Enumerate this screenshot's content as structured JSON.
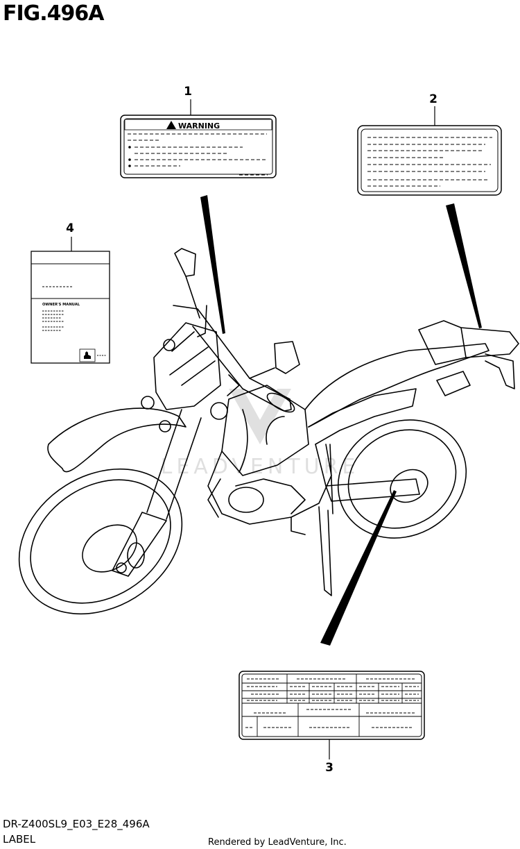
{
  "figure": {
    "title": "FIG.496A"
  },
  "callouts": [
    "1",
    "2",
    "3",
    "4"
  ],
  "labels": {
    "warning_label": {
      "heading": "WARNING"
    },
    "owners_manual": {
      "heading": "OWNER'S MANUAL"
    }
  },
  "watermark": {
    "text": "LEADVENTURE"
  },
  "footer": {
    "model_code": "DR-Z400SL9_E03_E28_496A",
    "section": "LABEL",
    "rendered_by": "Rendered by LeadVenture, Inc."
  }
}
